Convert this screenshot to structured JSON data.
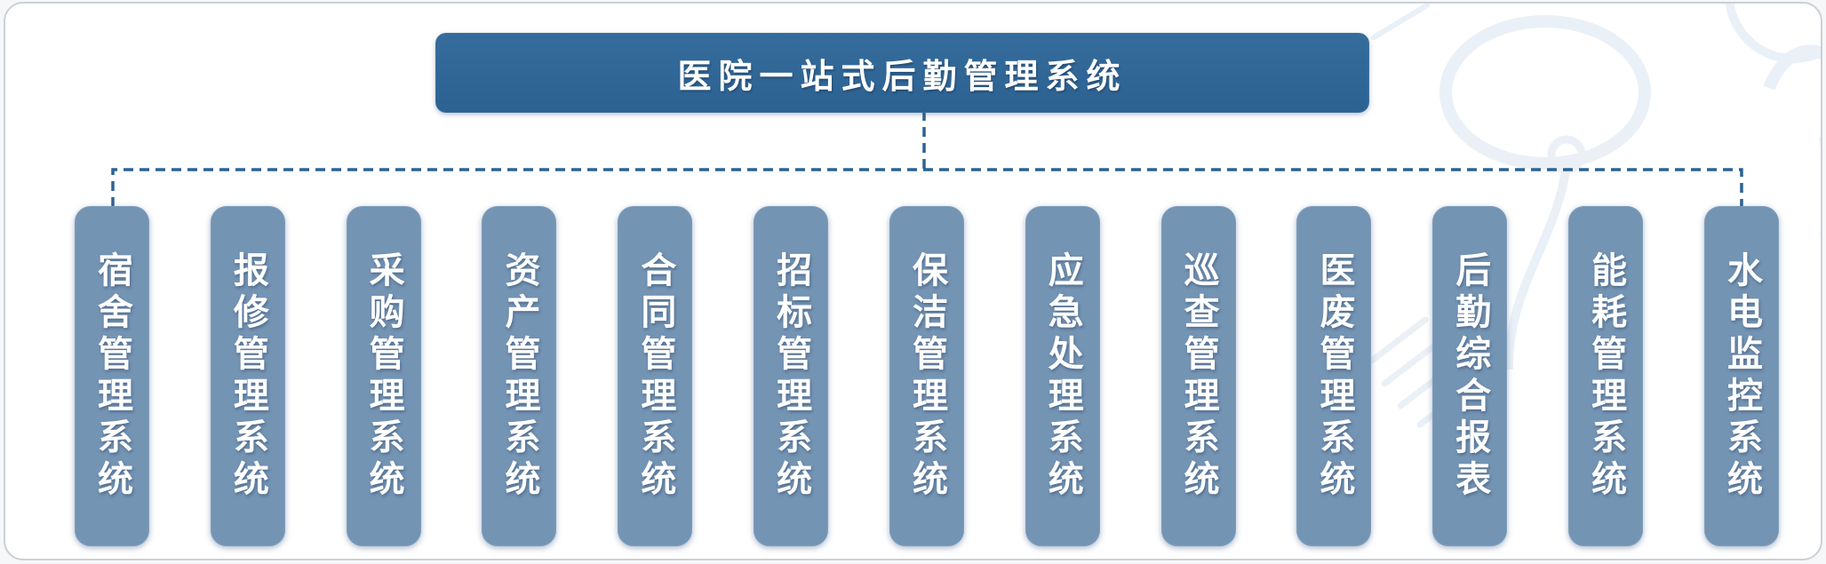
{
  "root": {
    "title": "医院一站式后勤管理系统"
  },
  "systems": [
    {
      "label": "宿舍管理系统"
    },
    {
      "label": "报修管理系统"
    },
    {
      "label": "采购管理系统"
    },
    {
      "label": "资产管理系统"
    },
    {
      "label": "合同管理系统"
    },
    {
      "label": "招标管理系统"
    },
    {
      "label": "保洁管理系统"
    },
    {
      "label": "应急处理系统"
    },
    {
      "label": "巡查管理系统"
    },
    {
      "label": "医废管理系统"
    },
    {
      "label": "后勤综合报表"
    },
    {
      "label": "能耗管理系统"
    },
    {
      "label": "水电监控系统"
    }
  ],
  "colors": {
    "root_fill": "#2f6797",
    "node_fill": "#7494b4",
    "connector": "#2d6294",
    "watermark": "#e3ebf4",
    "text_color": "#ffffff"
  }
}
